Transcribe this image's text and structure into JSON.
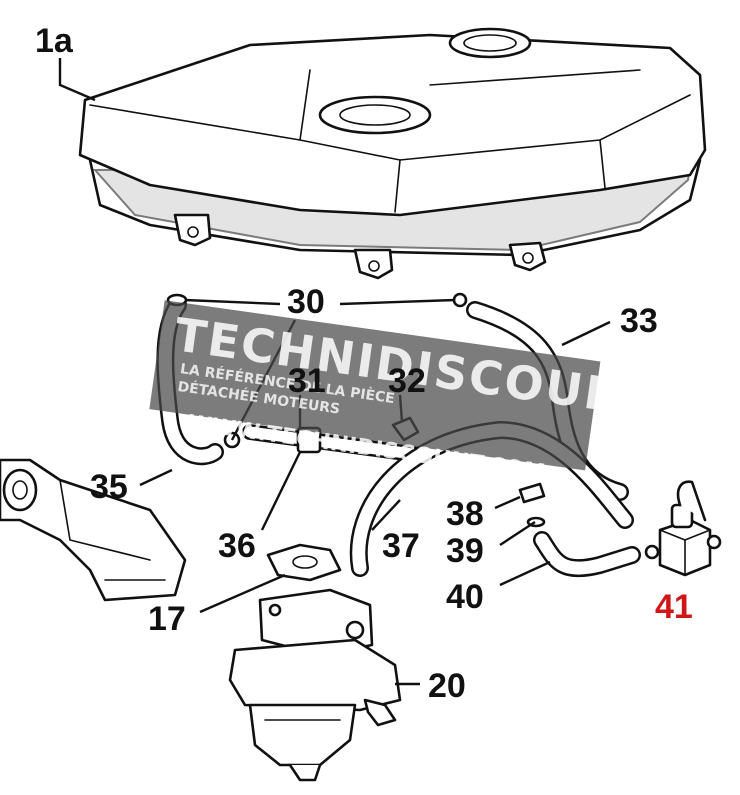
{
  "diagram": {
    "labels": {
      "tank": "1a",
      "clamp": "30",
      "hose_31": "31",
      "fitting_32": "32",
      "hose_33": "33",
      "hose_35": "35",
      "tee_36": "36",
      "hose_37": "37",
      "clip_38": "38",
      "clip_39": "39",
      "hose_40": "40",
      "fuel_pump": "41",
      "gasket": "17",
      "carburetor": "20"
    },
    "highlight_color": "#d01616",
    "watermark": {
      "brand": "TECHNIDISCOUNT",
      "tagline_1": "LA RÉFÉRENCE DE LA PIÈCE",
      "tagline_2": "DÉTACHÉE MOTEURS",
      "url": "WWW.TECHNIDISCOUNT.COM"
    }
  }
}
